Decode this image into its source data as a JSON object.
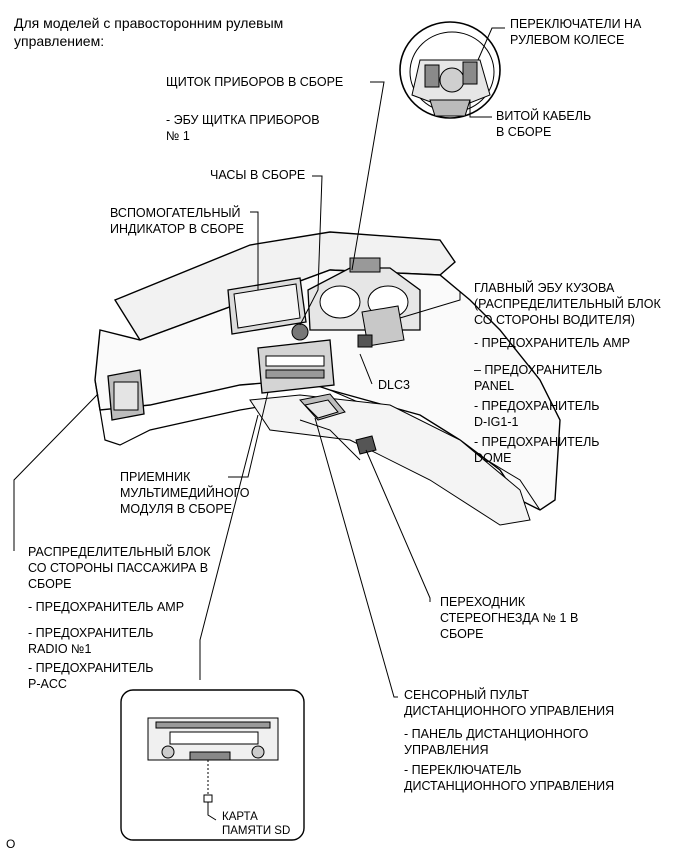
{
  "header": "Для моделей с правосторонним рулевым\nуправлением:",
  "labels": {
    "steering_switches": "ПЕРЕКЛЮЧАТЕЛИ НА\nРУЛЕВОМ КОЛЕСЕ",
    "spiral_cable": "ВИТОЙ КАБЕЛЬ\nВ СБОРЕ",
    "combination_meter": "ЩИТОК ПРИБОРОВ В СБОРЕ",
    "meter_ecu": "- ЭБУ ЩИТКА ПРИБОРОВ\n№ 1",
    "clock": "ЧАСЫ В СБОРЕ",
    "accessory_meter": "ВСПОМОГАТЕЛЬНЫЙ\nИНДИКАТОР В СБОРЕ",
    "main_body_ecu": "ГЛАВНЫЙ ЭБУ КУЗОВА\n(РАСПРЕДЕЛИТЕЛЬНЫЙ БЛОК\nСО СТОРОНЫ ВОДИТЕЛЯ)",
    "fuse_amp_driver": "- ПРЕДОХРАНИТЕЛЬ AMP",
    "fuse_panel": "– ПРЕДОХРАНИТЕЛЬ\nPANEL",
    "fuse_dig1": "- ПРЕДОХРАНИТЕЛЬ\nD-IG1-1",
    "fuse_dome": "- ПРЕДОХРАНИТЕЛЬ\nDOME",
    "dlc3": "DLC3",
    "multimedia_receiver": "ПРИЕМНИК\nМУЛЬТИМЕДИЙНОГО\nМОДУЛЯ В СБОРЕ",
    "passenger_junction": "РАСПРЕДЕЛИТЕЛЬНЫЙ БЛОК\nСО СТОРОНЫ ПАССАЖИРА В\nСБОРЕ",
    "fuse_amp_passenger": "- ПРЕДОХРАНИТЕЛЬ AMP",
    "fuse_radio": "- ПРЕДОХРАНИТЕЛЬ\nRADIO №1",
    "fuse_pacc": "- ПРЕДОХРАНИТЕЛЬ\nP-ACC",
    "stereo_jack": "ПЕРЕХОДНИК\nСТЕРЕОГНЕЗДА № 1 В\nСБОРЕ",
    "touch_remote": "СЕНСОРНЫЙ ПУЛЬТ\nДИСТАНЦИОННОГО УПРАВЛЕНИЯ",
    "remote_panel": "- ПАНЕЛЬ ДИСТАНЦИОННОГО\nУПРАВЛЕНИЯ",
    "remote_switch": "- ПЕРЕКЛЮЧАТЕЛЬ\nДИСТАНЦИОННОГО УПРАВЛЕНИЯ",
    "sd_card": "КАРТА\nПАМЯТИ SD"
  },
  "footer_code": "O"
}
